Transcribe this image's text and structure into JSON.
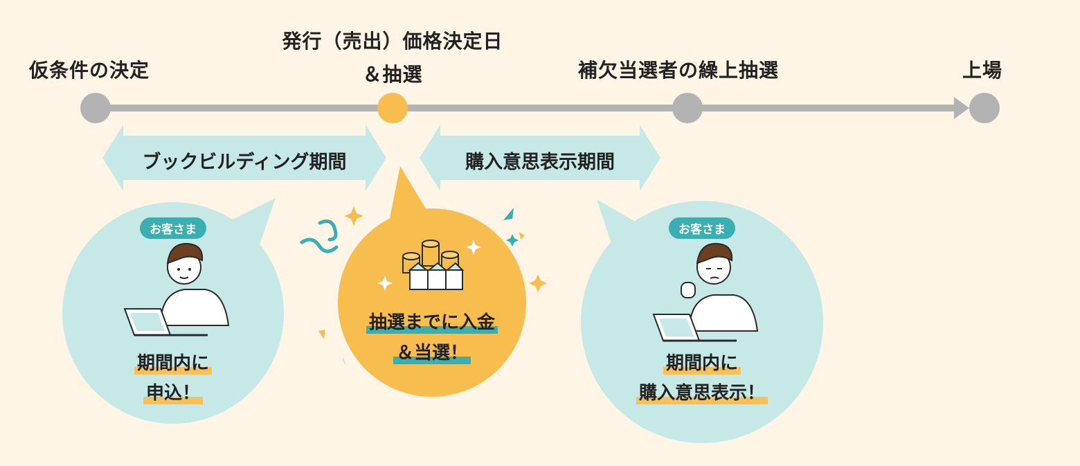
{
  "timeline": {
    "milestones": [
      {
        "label": "仮条件の決定"
      },
      {
        "label": "発行（売出）価格決定日\n＆抽選"
      },
      {
        "label": "補欠当選者の繰上抽選"
      },
      {
        "label": "上場"
      }
    ],
    "periods": [
      {
        "label": "ブックビルディング期間"
      },
      {
        "label": "購入意思表示期間"
      }
    ]
  },
  "bubbles": {
    "left": {
      "tag": "お客さま",
      "line1": "期間内に",
      "line2": "申込！"
    },
    "center": {
      "line1": "抽選までに入金",
      "line2": "＆当選！"
    },
    "right": {
      "tag": "お客さま",
      "line1": "期間内に",
      "line2": "購入意思表示！"
    }
  },
  "colors": {
    "background": "#fff5e6",
    "timeline_gray": "#b3b3b3",
    "highlight_orange": "#f8bd4f",
    "teal_light": "#c6e9e7",
    "teal": "#3aaeb0"
  }
}
